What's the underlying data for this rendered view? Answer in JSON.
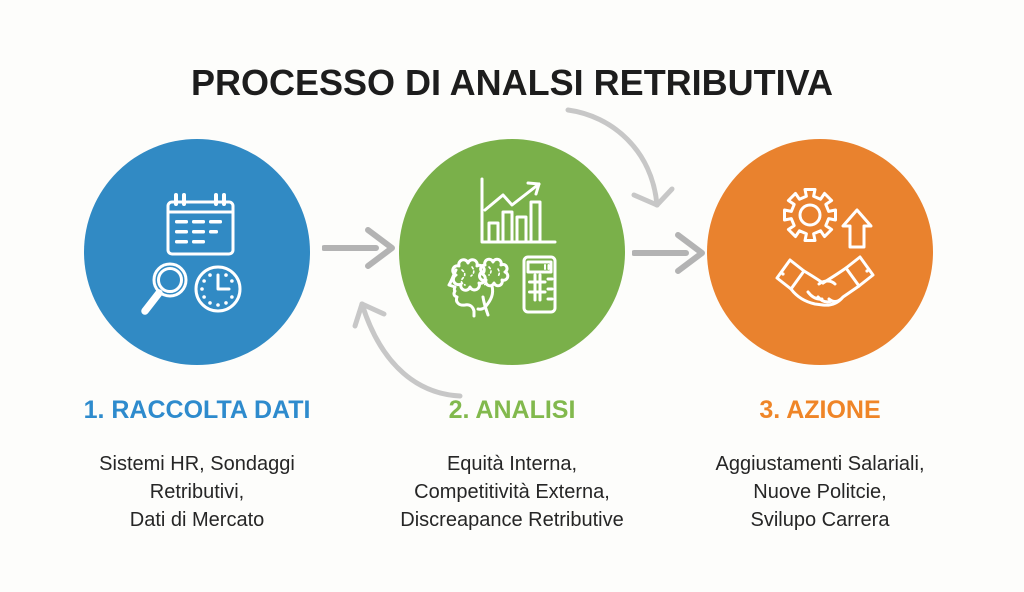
{
  "title": "PROCESSO DI ANALSI RETRIBUTIVA",
  "colors": {
    "background": "#FDFDFB",
    "title_text": "#1D1D1D",
    "body_text": "#262626",
    "step1": "#318AC4",
    "step1_label": "#2E8BCD",
    "step2": "#7AB04A",
    "step2_label": "#82B94D",
    "step3": "#E9822E",
    "step3_label": "#EF8527",
    "straight_arrow": "#B3B3B3",
    "cycle_arrow": "#C7C7C7",
    "icon_stroke": "#FFFFFF"
  },
  "steps": [
    {
      "label": "1. RACCOLTA DATI",
      "description": "Sistemi HR, Sondaggi\nRetributivi,\nDati di Mercato",
      "icons": [
        "calendar-icon",
        "magnifier-icon",
        "clock-icon"
      ]
    },
    {
      "label": "2. ANALISI",
      "description": "Equità Interna,\nCompetitività Externa,\nDiscreapance Retributive",
      "icons": [
        "bar-chart-icon",
        "brain-head-icon",
        "calculator-icon"
      ]
    },
    {
      "label": "3. AZIONE",
      "description": "Aggiustamenti Salariali,\nNuove Politcie,\nSvilupo Carrera",
      "icons": [
        "gear-icon",
        "up-arrow-icon",
        "handshake-icon"
      ]
    }
  ]
}
